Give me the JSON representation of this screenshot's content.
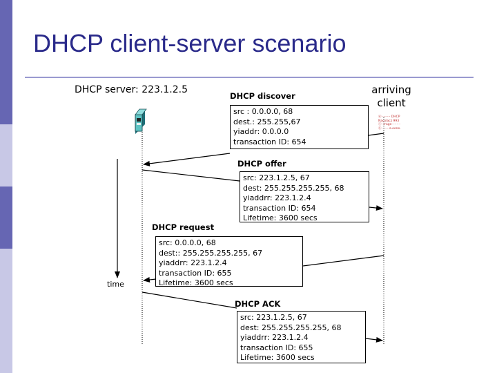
{
  "title": "DHCP client-server scenario",
  "server": {
    "label": "DHCP server: 223.1.2.5"
  },
  "client": {
    "line1": "arriving",
    "line2": "client",
    "tiny_text": [
      "Ⓐ ········ DHCP",
      "Nacxlacz 993",
      "ⓐ  ·rrage·········",
      "ⓑ ·······a·oene·"
    ]
  },
  "time_label": "time",
  "messages": [
    {
      "title": "DHCP discover",
      "lines": [
        "src : 0.0.0.0, 68",
        "dest.: 255.255,67",
        "yiaddr:    0.0.0.0",
        "transaction ID: 654"
      ]
    },
    {
      "title": "DHCP offer",
      "lines": [
        "src: 223.1.2.5, 67",
        "dest:  255.255.255.255, 68",
        "yiaddrr: 223.1.2.4",
        "transaction ID: 654",
        "Lifetime: 3600 secs"
      ]
    },
    {
      "title": "DHCP request",
      "lines": [
        "src:  0.0.0.0, 68",
        "dest::  255.255.255.255, 67",
        "yiaddrr: 223.1.2.4",
        "transaction ID: 655",
        "Lifetime: 3600 secs"
      ]
    },
    {
      "title": "DHCP ACK",
      "lines": [
        "src: 223.1.2.5, 67",
        "dest:  255.255.255.255, 68",
        "yiaddrr: 223.1.2.4",
        "transaction ID: 655",
        "Lifetime: 3600 secs"
      ]
    }
  ],
  "colors": {
    "title": "#2a2a8a",
    "sidebar_dark": "#6666b3",
    "sidebar_light": "#c8c8e6",
    "rule": "#9a9ad0"
  },
  "icons": {
    "server": "server-tower-icon"
  }
}
